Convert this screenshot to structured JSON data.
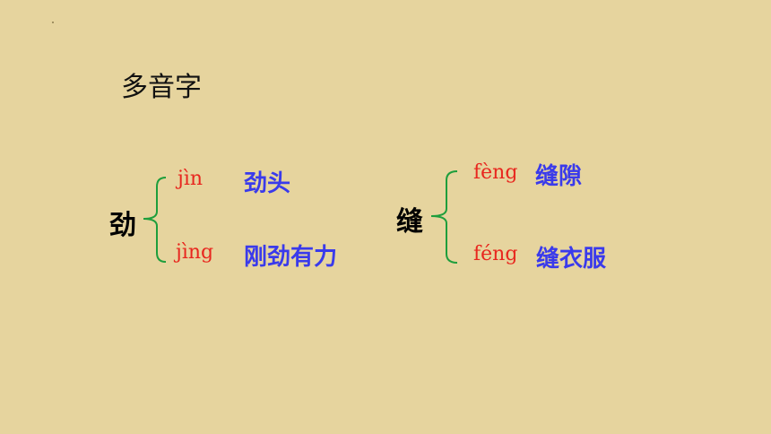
{
  "title": "多音字",
  "groups": [
    {
      "character": "劲",
      "readings": [
        {
          "pinyin": "jìn",
          "word": "劲头"
        },
        {
          "pinyin": "jìng",
          "word": "刚劲有力"
        }
      ]
    },
    {
      "character": "缝",
      "readings": [
        {
          "pinyin": "fèng",
          "word": "缝隙"
        },
        {
          "pinyin": "féng",
          "word": "缝衣服"
        }
      ]
    }
  ],
  "colors": {
    "background": "#e6d49e",
    "pinyin": "#e8261e",
    "word": "#3a3aeb",
    "brace": "#1e9e3c"
  }
}
